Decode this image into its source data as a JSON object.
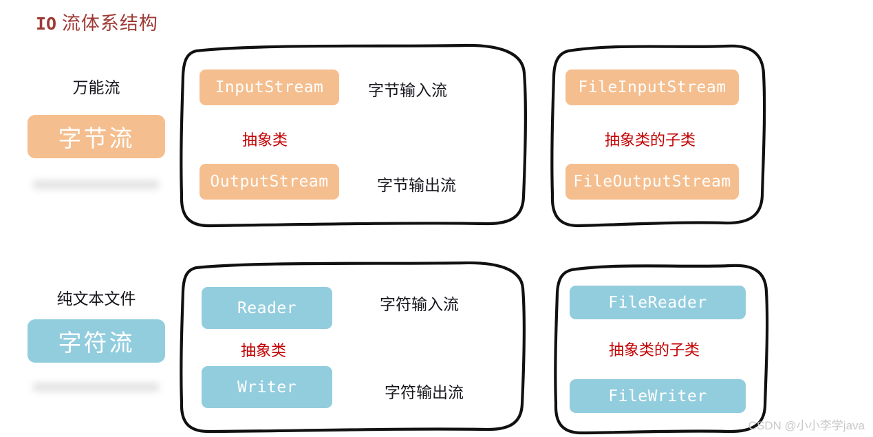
{
  "title": {
    "code_part": "IO",
    "text_part": "流体系结构",
    "color": "#9e3b36"
  },
  "colors": {
    "byte_accent": "#f5be8e",
    "char_accent": "#92cdde",
    "annotation_red": "#c20000",
    "ink": "#16161d",
    "frame_stroke": "#111111",
    "pill_text": "#ffffff"
  },
  "rows": [
    {
      "id": "byte-stream",
      "side": {
        "caption": "万能流",
        "pill_label": "字节流",
        "accent": "#f5be8e"
      },
      "abstract_group": {
        "note": "抽象类",
        "items": [
          {
            "class_name": "InputStream",
            "description": "字节输入流"
          },
          {
            "class_name": "OutputStream",
            "description": "字节输出流"
          }
        ]
      },
      "concrete_group": {
        "note": "抽象类的子类",
        "items": [
          {
            "class_name": "FileInputStream"
          },
          {
            "class_name": "FileOutputStream"
          }
        ]
      }
    },
    {
      "id": "char-stream",
      "side": {
        "caption": "纯文本文件",
        "pill_label": "字符流",
        "accent": "#92cdde"
      },
      "abstract_group": {
        "note": "抽象类",
        "items": [
          {
            "class_name": "Reader",
            "description": "字符输入流"
          },
          {
            "class_name": "Writer",
            "description": "字符输出流"
          }
        ]
      },
      "concrete_group": {
        "note": "抽象类的子类",
        "items": [
          {
            "class_name": "FileReader"
          },
          {
            "class_name": "FileWriter"
          }
        ]
      }
    }
  ],
  "watermark": "CSDN @小小李学java"
}
